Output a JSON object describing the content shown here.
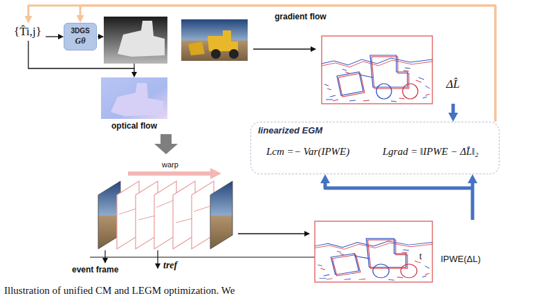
{
  "diagram": {
    "caption": "Illustration of unified CM and LEGM optimization. We",
    "nodes": [
      {
        "text": [
          "{T̂i,j}"
        ]
      },
      {
        "text": [
          "3DGS",
          "Gθ"
        ]
      },
      {
        "text": [
          "ΔL̂"
        ]
      },
      {
        "text": [
          "optical flow"
        ]
      },
      {
        "text": [
          "linearized EGM",
          "Lcm =− Var(IPWE)",
          "Lgrad = ‖IPWE − ΔL̂‖₂"
        ]
      },
      {
        "text": [
          "IPWE(ΔL)"
        ]
      }
    ],
    "edges": [
      {
        "from": 0,
        "to": 1,
        "arrow": "to"
      },
      {
        "from": 0,
        "to": 3,
        "arrow": "to"
      },
      {
        "from": 2,
        "to": 4,
        "arrow": "to"
      },
      {
        "from": 5,
        "to": 4,
        "arrow": "to"
      },
      {
        "from": 4,
        "to": 1,
        "arrow": "to",
        "label": "gradient flow"
      },
      {
        "from": 4,
        "to": 0,
        "arrow": "to"
      }
    ],
    "labels": [
      "warp",
      "event frame",
      "tref",
      "t"
    ]
  }
}
